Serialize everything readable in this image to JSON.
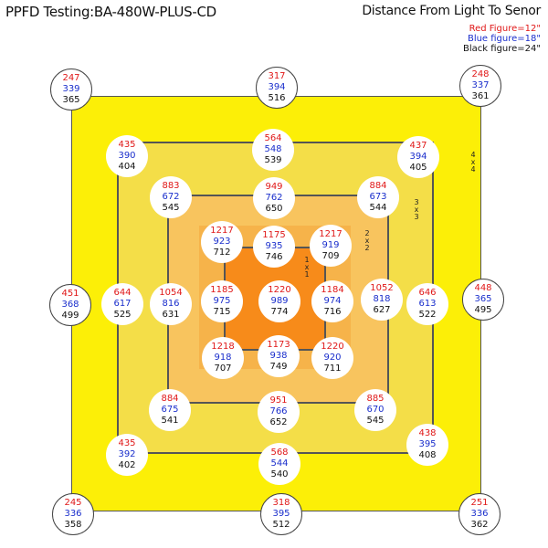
{
  "title": "PPFD Testing:BA-480W-PLUS-CD",
  "distance_title": "Distance From Light To Senor",
  "legend": {
    "red": "Red  Figure=12\"",
    "blue": "Blue figure=18\"",
    "black": "Black figure=24\""
  },
  "colors": {
    "red": "#e01818",
    "blue": "#1a2ecc",
    "black": "#111111",
    "zone_4x4": "#fcef07",
    "zone_3x3": "#f4de48",
    "zone_2x2": "#f8c45e",
    "zone_1x1": "#f78b1a"
  },
  "zone_labels": {
    "z4": "4x4",
    "z3": "3x3",
    "z2": "2x2",
    "z1": "1x1"
  },
  "points": {
    "o_tl": [
      "247",
      "339",
      "365"
    ],
    "o_tc": [
      "317",
      "394",
      "516"
    ],
    "o_tr": [
      "248",
      "337",
      "361"
    ],
    "o_ml": [
      "451",
      "368",
      "499"
    ],
    "o_mr": [
      "448",
      "365",
      "495"
    ],
    "o_bl": [
      "245",
      "336",
      "358"
    ],
    "o_bc": [
      "318",
      "395",
      "512"
    ],
    "o_br": [
      "251",
      "336",
      "362"
    ],
    "r4_tl": [
      "435",
      "390",
      "404"
    ],
    "r4_tc": [
      "564",
      "548",
      "539"
    ],
    "r4_tr": [
      "437",
      "394",
      "405"
    ],
    "r4_ml": [
      "644",
      "617",
      "525"
    ],
    "r4_mr": [
      "646",
      "613",
      "522"
    ],
    "r4_bl": [
      "435",
      "392",
      "402"
    ],
    "r4_bc": [
      "568",
      "544",
      "540"
    ],
    "r4_br": [
      "438",
      "395",
      "408"
    ],
    "r3_tl": [
      "883",
      "672",
      "545"
    ],
    "r3_tc": [
      "949",
      "762",
      "650"
    ],
    "r3_tr": [
      "884",
      "673",
      "544"
    ],
    "r3_ml": [
      "1054",
      "816",
      "631"
    ],
    "r3_mr": [
      "1052",
      "818",
      "627"
    ],
    "r3_bl": [
      "884",
      "675",
      "541"
    ],
    "r3_bc": [
      "951",
      "766",
      "652"
    ],
    "r3_br": [
      "885",
      "670",
      "545"
    ],
    "r2_tl": [
      "1217",
      "923",
      "712"
    ],
    "r2_tc": [
      "1175",
      "935",
      "746"
    ],
    "r2_tr": [
      "1217",
      "919",
      "709"
    ],
    "r2_ml": [
      "1185",
      "975",
      "715"
    ],
    "r2_c": [
      "1220",
      "989",
      "774"
    ],
    "r2_mr": [
      "1184",
      "974",
      "716"
    ],
    "r2_bl": [
      "1218",
      "918",
      "707"
    ],
    "r2_bc": [
      "1173",
      "938",
      "749"
    ],
    "r2_br": [
      "1220",
      "920",
      "711"
    ]
  }
}
